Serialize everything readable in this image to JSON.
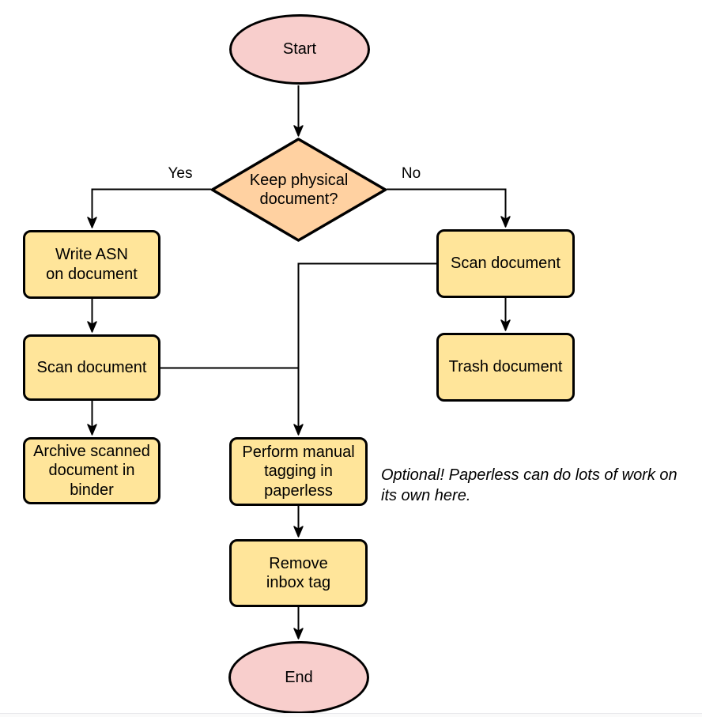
{
  "diagram": {
    "type": "flowchart",
    "nodes": {
      "start": {
        "label": "Start",
        "shape": "ellipse"
      },
      "decision": {
        "label": "Keep physical\ndocument?",
        "shape": "diamond"
      },
      "write_asn": {
        "label": "Write ASN\non document",
        "shape": "process"
      },
      "scan_left": {
        "label": "Scan document",
        "shape": "process"
      },
      "archive": {
        "label": "Archive scanned\ndocument in\nbinder",
        "shape": "process"
      },
      "scan_right": {
        "label": "Scan document",
        "shape": "process"
      },
      "trash": {
        "label": "Trash document",
        "shape": "process"
      },
      "tagging": {
        "label": "Perform manual\ntagging in\npaperless",
        "shape": "process"
      },
      "remove_inbox": {
        "label": "Remove\ninbox tag",
        "shape": "process"
      },
      "end": {
        "label": "End",
        "shape": "ellipse"
      }
    },
    "edge_labels": {
      "yes": "Yes",
      "no": "No"
    },
    "edges": [
      {
        "from": "start",
        "to": "decision"
      },
      {
        "from": "decision",
        "to": "write_asn",
        "label": "Yes"
      },
      {
        "from": "decision",
        "to": "scan_right",
        "label": "No"
      },
      {
        "from": "write_asn",
        "to": "scan_left"
      },
      {
        "from": "scan_left",
        "to": "archive"
      },
      {
        "from": "scan_left",
        "to": "tagging"
      },
      {
        "from": "scan_right",
        "to": "trash"
      },
      {
        "from": "scan_right",
        "to": "tagging"
      },
      {
        "from": "tagging",
        "to": "remove_inbox"
      },
      {
        "from": "remove_inbox",
        "to": "end"
      }
    ],
    "annotation": "Optional! Paperless can do lots of work on\nits own here.",
    "colors": {
      "terminal_fill": "#f8cecc",
      "decision_fill": "#ffd1a1",
      "process_fill": "#ffe59a",
      "stroke": "#000000",
      "background": "#ffffff"
    }
  }
}
